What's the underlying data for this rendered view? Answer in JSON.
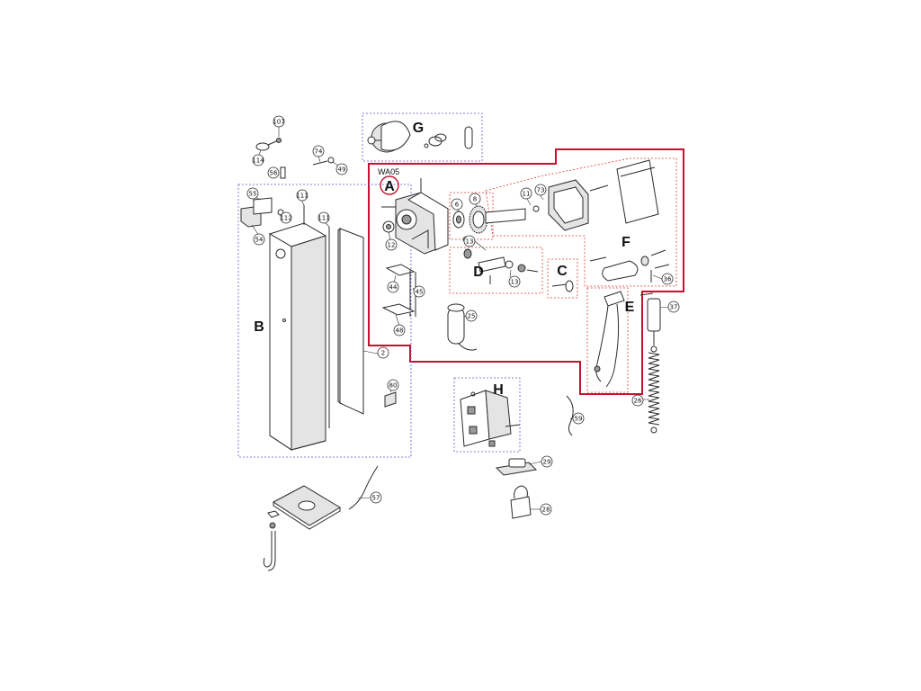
{
  "diagram": {
    "groups": [
      {
        "id": "A",
        "label": "A"
      },
      {
        "id": "B",
        "label": "B"
      },
      {
        "id": "C",
        "label": "C"
      },
      {
        "id": "D",
        "label": "D"
      },
      {
        "id": "E",
        "label": "E"
      },
      {
        "id": "F",
        "label": "F"
      },
      {
        "id": "G",
        "label": "G"
      },
      {
        "id": "H",
        "label": "H"
      }
    ],
    "model_code": "WA05",
    "parts": [
      "107",
      "114",
      "56",
      "74",
      "49",
      "55",
      "112",
      "54",
      "111",
      "111",
      "2",
      "80",
      "12",
      "6",
      "8",
      "11",
      "73",
      "13",
      "13",
      "44",
      "45",
      "48",
      "25",
      "36",
      "37",
      "26",
      "59",
      "29",
      "28",
      "57"
    ],
    "colors": {
      "outline_red": "#c8102e",
      "group_red": "#e03a3a",
      "group_blue": "#5a5ad0",
      "line": "#2b2b2b"
    }
  }
}
